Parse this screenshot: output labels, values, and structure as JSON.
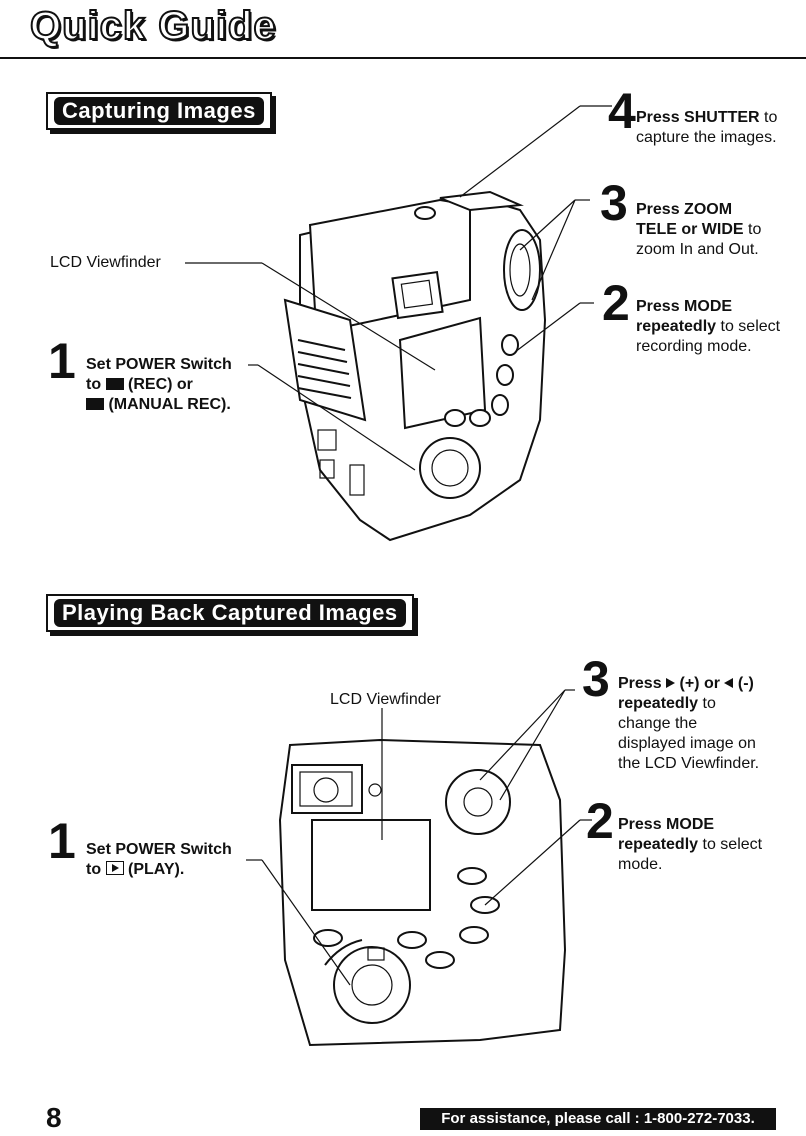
{
  "title": "Quick Guide",
  "section1": {
    "banner": "Capturing Images",
    "lcd_label": "LCD Viewfinder",
    "step1": {
      "num": "1",
      "line1": "Set POWER Switch",
      "line2_a": "to",
      "line2_b": "(REC) or",
      "line3": "(MANUAL REC)."
    },
    "step2": {
      "num": "2",
      "bold": "Press MODE repeatedly",
      "rest": "to select recording mode."
    },
    "step3": {
      "num": "3",
      "bold1": "Press ZOOM",
      "bold2": "TELE or WIDE",
      "rest": "to zoom In and Out."
    },
    "step4": {
      "num": "4",
      "bold": "Press SHUTTER",
      "rest": "to capture the images."
    }
  },
  "section2": {
    "banner": "Playing Back Captured Images",
    "lcd_label": "LCD Viewfinder",
    "step1": {
      "num": "1",
      "line1": "Set POWER Switch",
      "line2_a": "to",
      "line2_b": "(PLAY)."
    },
    "step2": {
      "num": "2",
      "bold": "Press MODE repeatedly",
      "rest": "to select mode."
    },
    "step3": {
      "num": "3",
      "bold_a": "Press",
      "bold_b": "(+) or",
      "bold_c": "(-) repeatedly",
      "rest": "to change the displayed image on the LCD Viewfinder."
    }
  },
  "footer": {
    "page_number": "8",
    "assistance": "For assistance, please call : 1-800-272-7033."
  }
}
